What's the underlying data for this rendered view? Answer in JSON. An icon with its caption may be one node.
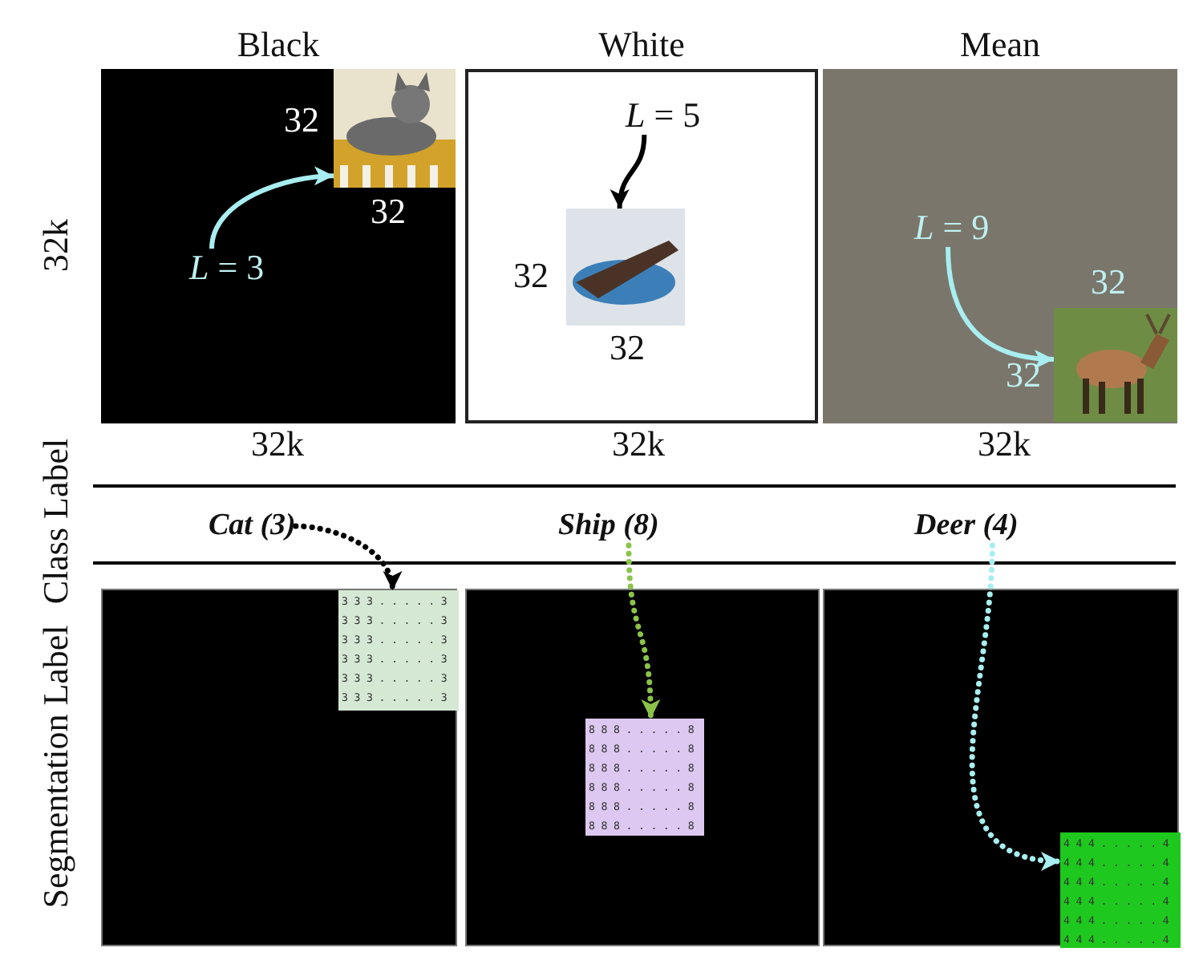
{
  "diagram": {
    "nodes": [
      {
        "text": [
          "Black"
        ]
      },
      {
        "text": [],
        "shape": "picture",
        "in": 0,
        "beside": [
          "32",
          "32"
        ]
      },
      {
        "text": [
          "*L* = 3"
        ],
        "in": 0
      },
      {
        "text": [
          "White"
        ]
      },
      {
        "text": [],
        "shape": "picture",
        "in": 3,
        "beside": [
          "32",
          "32"
        ]
      },
      {
        "text": [
          "*L* = 5"
        ],
        "in": 3
      },
      {
        "text": [
          "Mean"
        ]
      },
      {
        "text": [],
        "shape": "picture",
        "in": 6,
        "beside": [
          "32",
          "32"
        ]
      },
      {
        "text": [
          "*L* = 9"
        ],
        "in": 6
      },
      {
        "text": [
          "Cat (3)"
        ]
      },
      {
        "text": [],
        "shape": "box"
      },
      {
        "text": [
          "3 3 3 . . . . . 3",
          "3 3 3 . . . . . 3",
          "3 3 3 . . . . . 3",
          "3 3 3 . . . . . 3",
          "3 3 3 . . . . . 3",
          "3 3 3 . . . . . 3"
        ],
        "in": 10
      },
      {
        "text": [
          "Ship (8)"
        ]
      },
      {
        "text": [],
        "shape": "box"
      },
      {
        "text": [
          "8 8 8 . . . . . 8",
          "8 8 8 . . . . . 8",
          "8 8 8 . . . . . 8",
          "8 8 8 . . . . . 8",
          "8 8 8 . . . . . 8",
          "8 8 8 . . . . . 8"
        ],
        "in": 13
      },
      {
        "text": [
          "Deer (4)"
        ]
      },
      {
        "text": [],
        "shape": "box"
      },
      {
        "text": [
          "4 4 4 . . . . . 4",
          "4 4 4 . . . . . 4",
          "4 4 4 . . . . . 4",
          "4 4 4 . . . . . 4",
          "4 4 4 . . . . . 4",
          "4 4 4 . . . . . 4"
        ],
        "in": 16
      }
    ],
    "edges": [
      {
        "from": 2,
        "to": 1,
        "arrow": "to"
      },
      {
        "from": 5,
        "to": 4,
        "arrow": "to",
        "color": "#000000"
      },
      {
        "from": 8,
        "to": 7,
        "arrow": "to"
      },
      {
        "from": 9,
        "to": 11,
        "arrow": "to",
        "style": "dashed",
        "color": "#000000"
      },
      {
        "from": 12,
        "to": 14,
        "arrow": "to",
        "style": "dashed",
        "color": "#8bc34a"
      },
      {
        "from": 15,
        "to": 17,
        "arrow": "to",
        "style": "dashed"
      }
    ],
    "labels": [
      "32k",
      "32k",
      "32k",
      "32k",
      "Class Label",
      "Segmentation Label"
    ]
  }
}
